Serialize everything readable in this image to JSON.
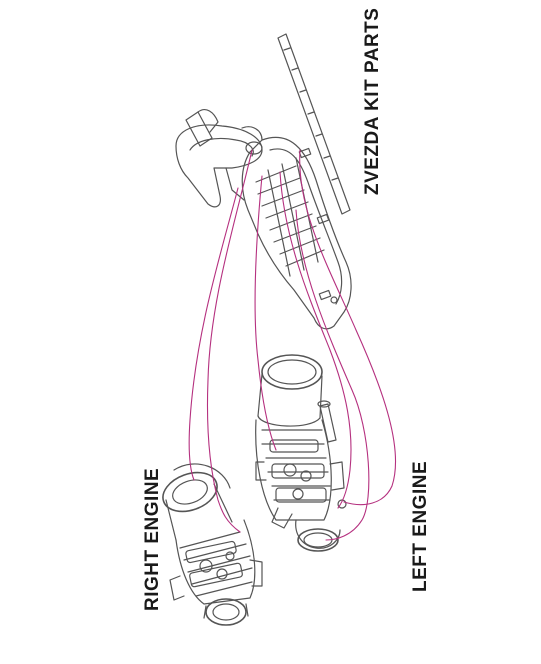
{
  "labels": {
    "kit_parts": "ZVEZDA KIT PARTS",
    "left_engine": "LEFT ENGINE",
    "right_engine": "RIGHT ENGINE"
  },
  "colors": {
    "line_art": "#555555",
    "connector": "#b5307f",
    "background": "#ffffff",
    "text": "#1a1a1a"
  },
  "icons": [
    "nacelle-kit-part",
    "fuselage-tray-part",
    "left-engine-assembly",
    "right-engine-assembly",
    "exhaust-nozzle",
    "air-intake"
  ]
}
